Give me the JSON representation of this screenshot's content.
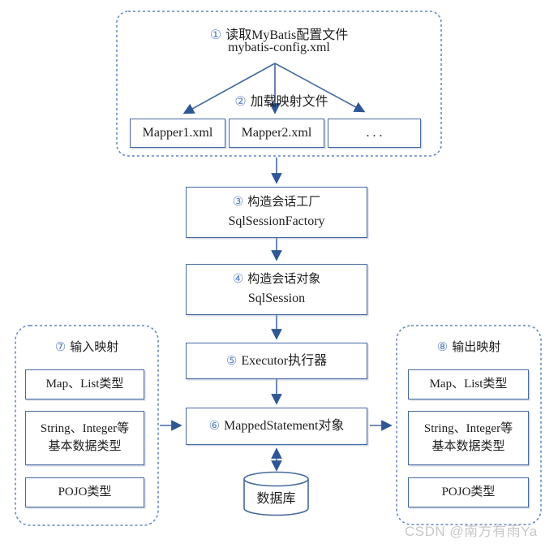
{
  "colors": {
    "line": "#44699e",
    "arrowhead": "#2f5795",
    "dashed_border": "#5b84c0",
    "number_accent": "#5b7fc0",
    "text": "#1e1e1e",
    "watermark": "#c8c8c8"
  },
  "top_section": {
    "step_num": "①",
    "step_title": "读取MyBatis配置文件",
    "config_file": "mybatis-config.xml",
    "load_num": "②",
    "load_label": "加载映射文件",
    "mapper1": "Mapper1.xml",
    "mapper2": "Mapper2.xml",
    "mapper_more": ". . ."
  },
  "flow": {
    "factory_num": "③",
    "factory_title": "构造会话工厂",
    "factory_name": "SqlSessionFactory",
    "session_num": "④",
    "session_title": "构造会话对象",
    "session_name": "SqlSession",
    "executor_num": "⑤",
    "executor_label": "Executor执行器",
    "statement_num": "⑥",
    "statement_label": "MappedStatement对象",
    "database_label": "数据库"
  },
  "input_panel": {
    "num": "⑦",
    "title": "输入映射",
    "box1": "Map、List类型",
    "box2_line1": "String、Integer等",
    "box2_line2": "基本数据类型",
    "box3": "POJO类型"
  },
  "output_panel": {
    "num": "⑧",
    "title": "输出映射",
    "box1": "Map、List类型",
    "box2_line1": "String、Integer等",
    "box2_line2": "基本数据类型",
    "box3": "POJO类型"
  },
  "watermark": "CSDN @南方有雨Ya"
}
